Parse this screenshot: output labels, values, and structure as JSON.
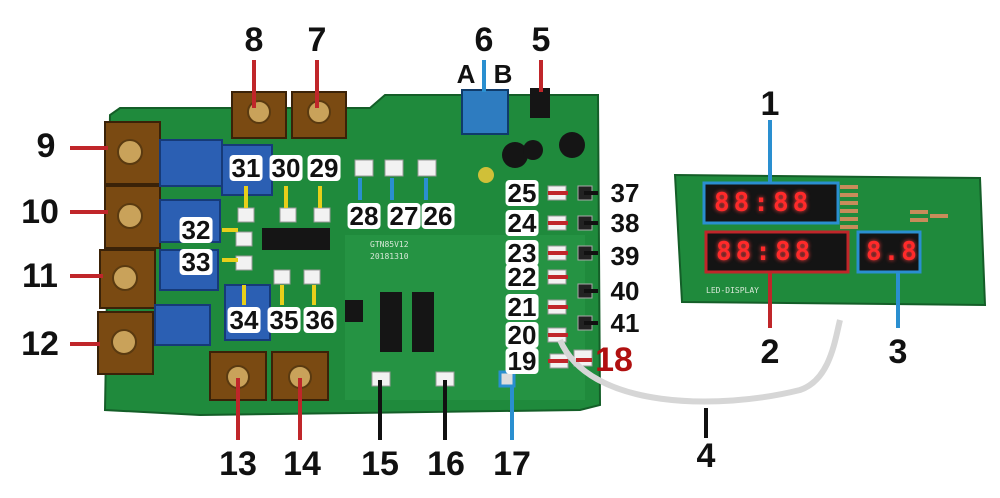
{
  "labels": {
    "n1": "1",
    "n2": "2",
    "n3": "3",
    "n4": "4",
    "n5": "5",
    "n6": "6",
    "n7": "7",
    "n8": "8",
    "n9": "9",
    "n10": "10",
    "n11": "11",
    "n12": "12",
    "n13": "13",
    "n14": "14",
    "n15": "15",
    "n16": "16",
    "n17": "17",
    "n18": "18",
    "n19": "19",
    "n20": "20",
    "n21": "21",
    "n22": "22",
    "n23": "23",
    "n24": "24",
    "n25": "25",
    "n26": "26",
    "n27": "27",
    "n28": "28",
    "n29": "29",
    "n30": "30",
    "n31": "31",
    "n32": "32",
    "n33": "33",
    "n34": "34",
    "n35": "35",
    "n36": "36",
    "n37": "37",
    "n38": "38",
    "n39": "39",
    "n40": "40",
    "n41": "41",
    "a": "A",
    "b": "B"
  },
  "display": {
    "top": "88:88",
    "middle": "88:88",
    "right": "8.8",
    "board_text": "LED-DISPLAY"
  },
  "board": {
    "model": "GTN85V12",
    "date": "20181310"
  },
  "colors": {
    "pcb": "#1f8a3c",
    "leader_red": "#c0262a",
    "leader_blue": "#2a8fd0",
    "leader_yellow": "#e8cf1a",
    "label_red": "#b01010"
  }
}
